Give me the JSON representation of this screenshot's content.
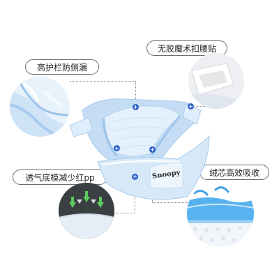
{
  "labels": {
    "magic_tape": "无胶魔术扣腰贴",
    "side_guard": "高护栏防侧漏",
    "breathable": "透气底模减少红pp",
    "core": "绒芯高效吸收"
  },
  "product": {
    "brand_text": "Snoopy"
  },
  "icons": {
    "plus": "+"
  },
  "colors": {
    "diaper_blue": "#b7d6f2",
    "diaper_light": "#e6f1fb",
    "accent_blue": "#2f63c9",
    "core_blue": "#3fa0e6"
  }
}
